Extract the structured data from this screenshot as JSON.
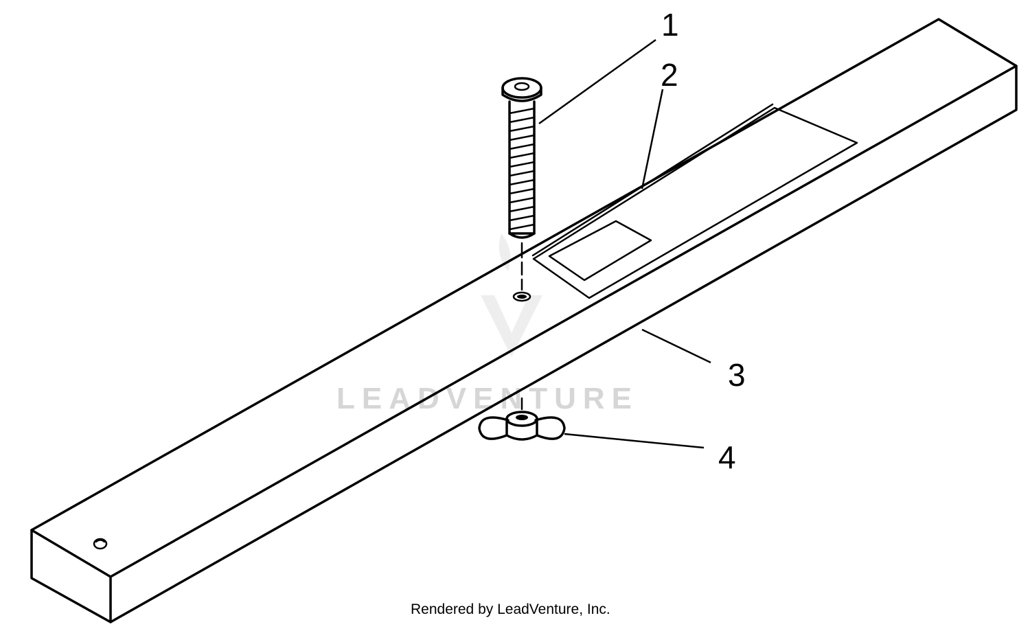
{
  "callouts": [
    {
      "label": "1",
      "part": "screw"
    },
    {
      "label": "2",
      "part": "decal"
    },
    {
      "label": "3",
      "part": "board"
    },
    {
      "label": "4",
      "part": "wing-nut"
    }
  ],
  "watermark": {
    "text": "LEADVENTURE"
  },
  "credit": {
    "text": "Rendered by LeadVenture, Inc."
  },
  "colors": {
    "line": "#000000",
    "watermark": "#d6d6d6",
    "background": "#ffffff"
  }
}
